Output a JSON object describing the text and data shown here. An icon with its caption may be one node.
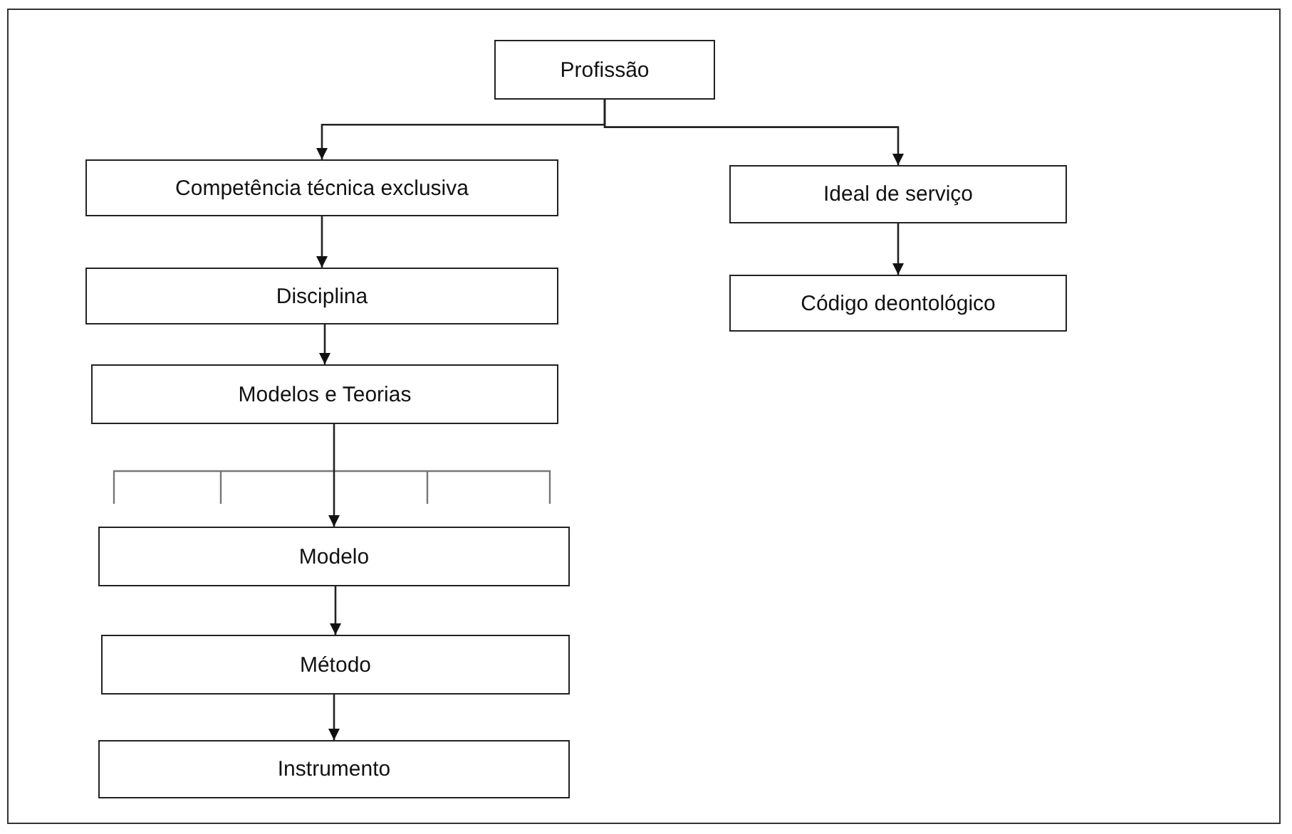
{
  "diagram": {
    "nodes": [
      {
        "text": [
          "Profissão"
        ]
      },
      {
        "text": [
          "Competência técnica exclusiva"
        ]
      },
      {
        "text": [
          "Ideal de serviço"
        ]
      },
      {
        "text": [
          "Disciplina"
        ]
      },
      {
        "text": [
          "Código deontológico"
        ]
      },
      {
        "text": [
          "Modelos e Teorias"
        ]
      },
      {
        "text": [
          "Modelo"
        ]
      },
      {
        "text": [
          "Método"
        ]
      },
      {
        "text": [
          "Instrumento"
        ]
      }
    ],
    "edges": [
      {
        "from": 0,
        "to": 1,
        "arrow": "to"
      },
      {
        "from": 0,
        "to": 2,
        "arrow": "to"
      },
      {
        "from": 1,
        "to": 3,
        "arrow": "to"
      },
      {
        "from": 2,
        "to": 4,
        "arrow": "to"
      },
      {
        "from": 3,
        "to": 5,
        "arrow": "to"
      },
      {
        "from": 5,
        "to": 6,
        "arrow": "to"
      },
      {
        "from": 6,
        "to": 7,
        "arrow": "to"
      },
      {
        "from": 7,
        "to": 8,
        "arrow": "to"
      }
    ]
  }
}
